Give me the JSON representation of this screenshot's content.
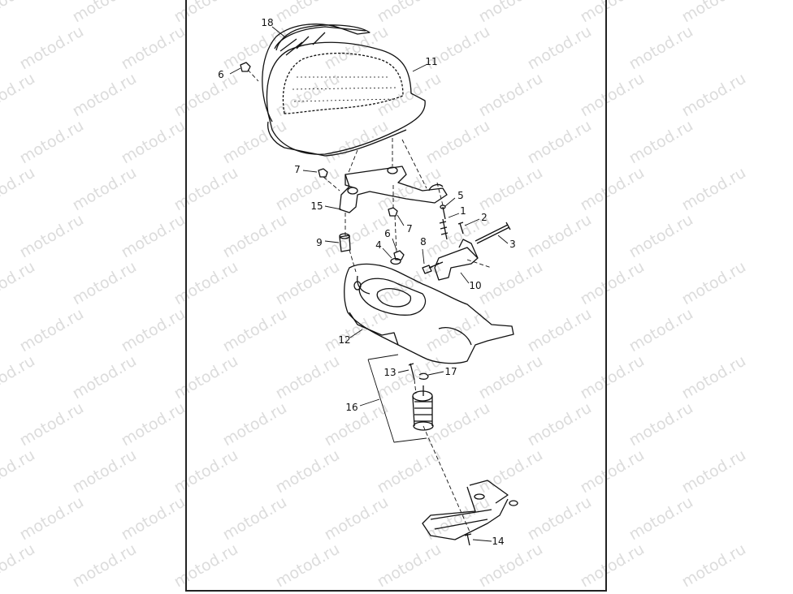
{
  "watermark_text": "motod.ru",
  "callouts": [
    {
      "id": "18",
      "label": "18"
    },
    {
      "id": "11",
      "label": "11"
    },
    {
      "id": "6a",
      "label": "6"
    },
    {
      "id": "7a",
      "label": "7"
    },
    {
      "id": "15",
      "label": "15"
    },
    {
      "id": "5",
      "label": "5"
    },
    {
      "id": "1",
      "label": "1"
    },
    {
      "id": "2",
      "label": "2"
    },
    {
      "id": "3",
      "label": "3"
    },
    {
      "id": "7b",
      "label": "7"
    },
    {
      "id": "6b",
      "label": "6"
    },
    {
      "id": "4",
      "label": "4"
    },
    {
      "id": "8",
      "label": "8"
    },
    {
      "id": "9",
      "label": "9"
    },
    {
      "id": "10",
      "label": "10"
    },
    {
      "id": "12",
      "label": "12"
    },
    {
      "id": "13",
      "label": "13"
    },
    {
      "id": "17",
      "label": "17"
    },
    {
      "id": "16",
      "label": "16"
    },
    {
      "id": "14",
      "label": "14"
    }
  ],
  "colors": {
    "line": "#111111",
    "watermark": "#dcdcdc",
    "frame": "#222222"
  }
}
